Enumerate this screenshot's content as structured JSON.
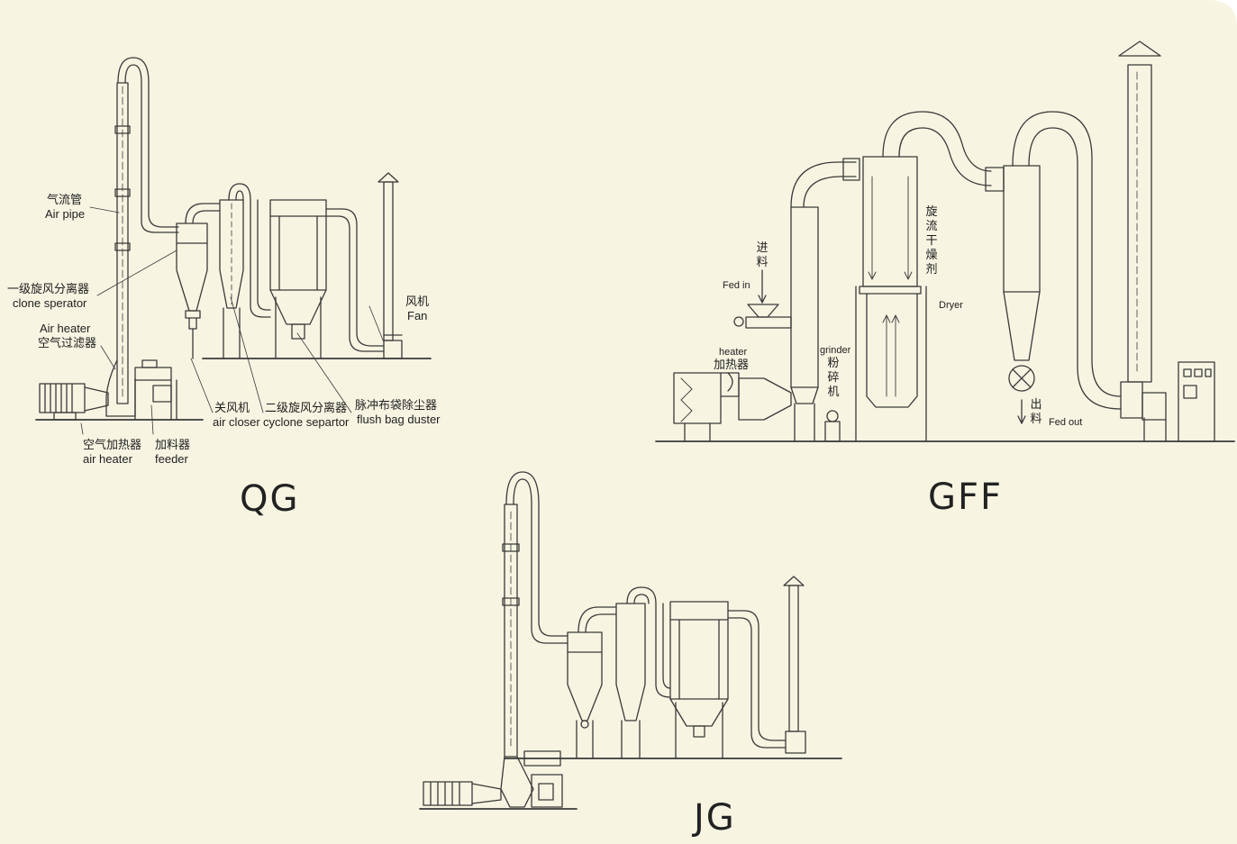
{
  "colors": {
    "paper": "#f7f4e2",
    "ink": "#3a3a3a"
  },
  "diagrams": {
    "qg": {
      "title": "QG",
      "labels": {
        "air_pipe_cn": "气流管",
        "air_pipe_en": "Air pipe",
        "cyclone1_cn": "一级旋风分离器",
        "cyclone1_en": "clone sperator",
        "air_heater_top_en": "Air heater",
        "air_heater_top_cn": "空气过滤器",
        "fan_cn": "风机",
        "fan_en": "Fan",
        "air_closer_cn": "关风机",
        "air_closer_en": "air closer",
        "cyclone2_cn": "二级旋风分离器",
        "cyclone2_en": "cyclone separtor",
        "bag_cn": "脉冲布袋除尘器",
        "bag_en": "flush bag duster",
        "heater_cn": "空气加热器",
        "heater_en": "air heater",
        "feeder_cn": "加料器",
        "feeder_en": "feeder"
      }
    },
    "gff": {
      "title": "GFF",
      "labels": {
        "feed_in_cn": "进料",
        "feed_in_en": "Fed in",
        "heater_en": "heater",
        "heater_cn": "加热器",
        "grinder_en": "grinder",
        "grinder_cn": "粉碎机",
        "dryer_cn": "旋流干燥剂",
        "dryer_en": "Dryer",
        "out_cn": "出料",
        "out_en": "Fed out"
      }
    },
    "jg": {
      "title": "JG"
    }
  }
}
